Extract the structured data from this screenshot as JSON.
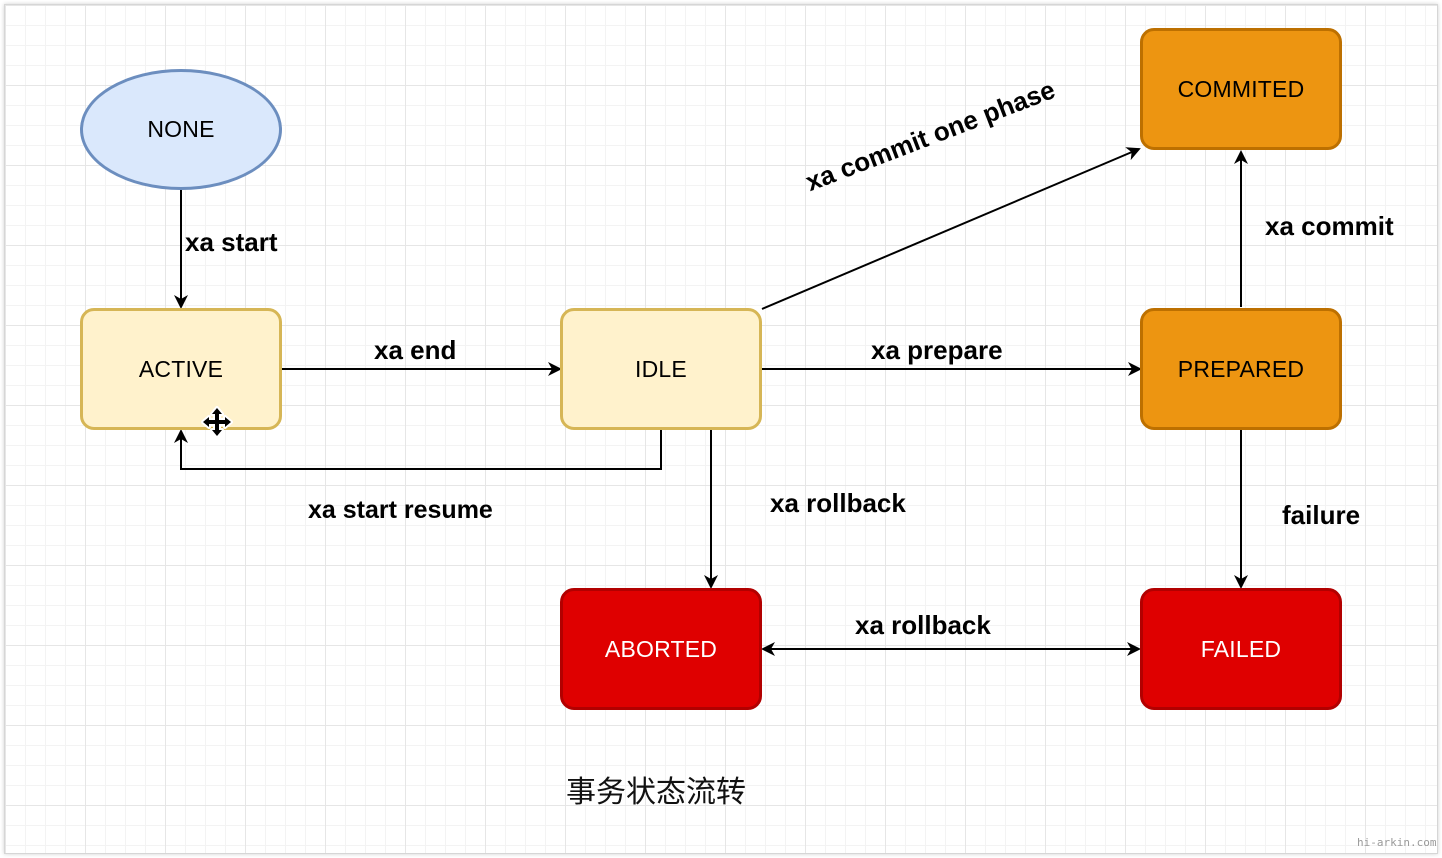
{
  "states": {
    "none": "NONE",
    "active": "ACTIVE",
    "idle": "IDLE",
    "prepared": "PREPARED",
    "commited": "COMMITED",
    "aborted": "ABORTED",
    "failed": "FAILED"
  },
  "transitions": {
    "xa_start": "xa start",
    "xa_end": "xa end",
    "xa_prepare": "xa prepare",
    "xa_commit_one_phase": "xa commit one phase",
    "xa_commit": "xa commit",
    "xa_start_resume": "xa start resume",
    "xa_rollback_idle": "xa rollback",
    "failure": "failure",
    "xa_rollback_failed": "xa rollback"
  },
  "caption": "事务状态流转",
  "watermark": "hi-arkin.com",
  "colors": {
    "none_fill": "#dae8fc",
    "none_stroke": "#6c8ebf",
    "idle_fill": "#fff2cc",
    "idle_stroke": "#d6b656",
    "orange_fill": "#f0a30a",
    "orange_stroke": "#bd7000",
    "red_fill": "#e51400",
    "red_stroke": "#b20000"
  },
  "icons": {
    "cursor": "move-cursor-icon"
  }
}
